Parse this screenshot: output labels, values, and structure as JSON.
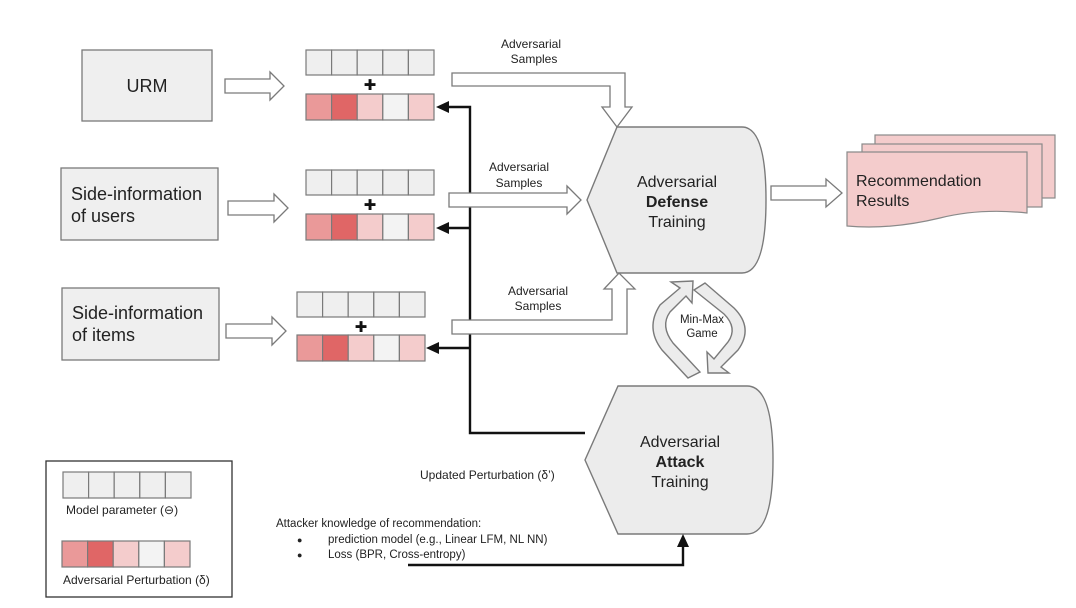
{
  "inputs": [
    {
      "id": "urm",
      "lines": [
        "URM"
      ]
    },
    {
      "id": "users",
      "lines": [
        "Side-information",
        "of users"
      ]
    },
    {
      "id": "items",
      "lines": [
        "Side-information",
        "of items"
      ]
    }
  ],
  "vector_colors": {
    "model_parameter": [
      "#efefef",
      "#efefef",
      "#efefef",
      "#efefef",
      "#efefef"
    ],
    "perturbation": [
      "#ea9999",
      "#e06666",
      "#f4cccc",
      "#f3f3f3",
      "#f4cccc"
    ]
  },
  "plus_symbol": "✚",
  "adversarial_samples": [
    "Adversarial",
    "Samples"
  ],
  "defense": {
    "line1": "Adversarial",
    "line2": "Defense",
    "line3": "Training"
  },
  "attack": {
    "line1": "Adversarial",
    "line2": "Attack",
    "line3": "Training"
  },
  "minmax": [
    "Min-Max",
    "Game"
  ],
  "results": [
    "Recommendation",
    "Results"
  ],
  "updated_perturbation": "Updated Perturbation (δ’)",
  "attacker_knowledge": {
    "title": "Attacker knowledge of recommendation:",
    "bullets": [
      "prediction model (e.g., Linear LFM, NL NN)",
      "Loss (BPR, Cross-entropy)"
    ],
    "bullet_char": "●"
  },
  "legend": {
    "model_parameter": "Model parameter (⊖)",
    "perturbation": "Adversarial Perturbation (δ)"
  },
  "colors": {
    "shape_fill": "#ececec",
    "results_fill": "#f4cccc",
    "stroke": "#7a7a7a"
  }
}
